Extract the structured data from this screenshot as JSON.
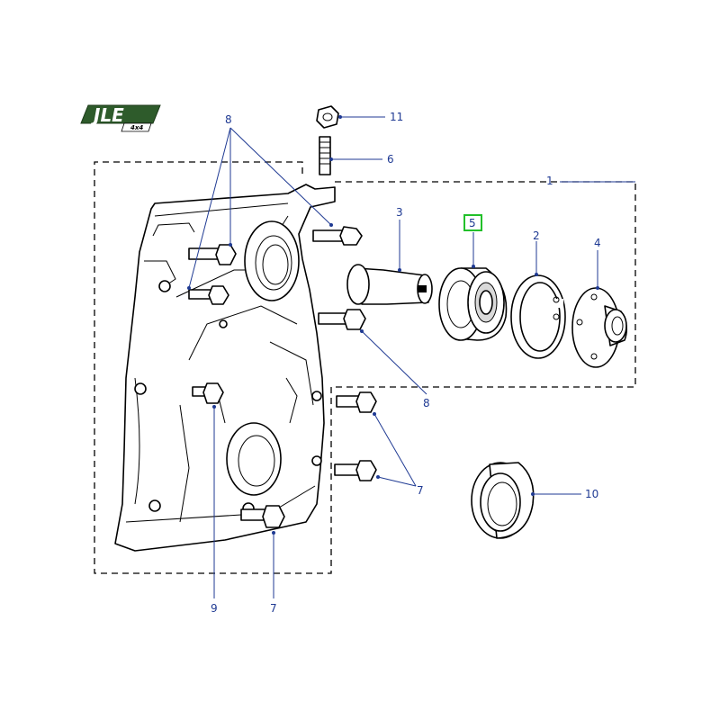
{
  "logo": {
    "brand": "JLE",
    "sub": "4x4"
  },
  "callouts": {
    "c1": "1",
    "c2": "2",
    "c3": "3",
    "c4": "4",
    "c5": "5",
    "c6": "6",
    "c7a": "7",
    "c7b": "7",
    "c8a": "8",
    "c8b": "8",
    "c9": "9",
    "c10": "10",
    "c11": "11"
  },
  "colors": {
    "callout": "#1f3a93",
    "highlight": "#22c02a",
    "logo": "#2e5b2b"
  },
  "selected_part": "5"
}
